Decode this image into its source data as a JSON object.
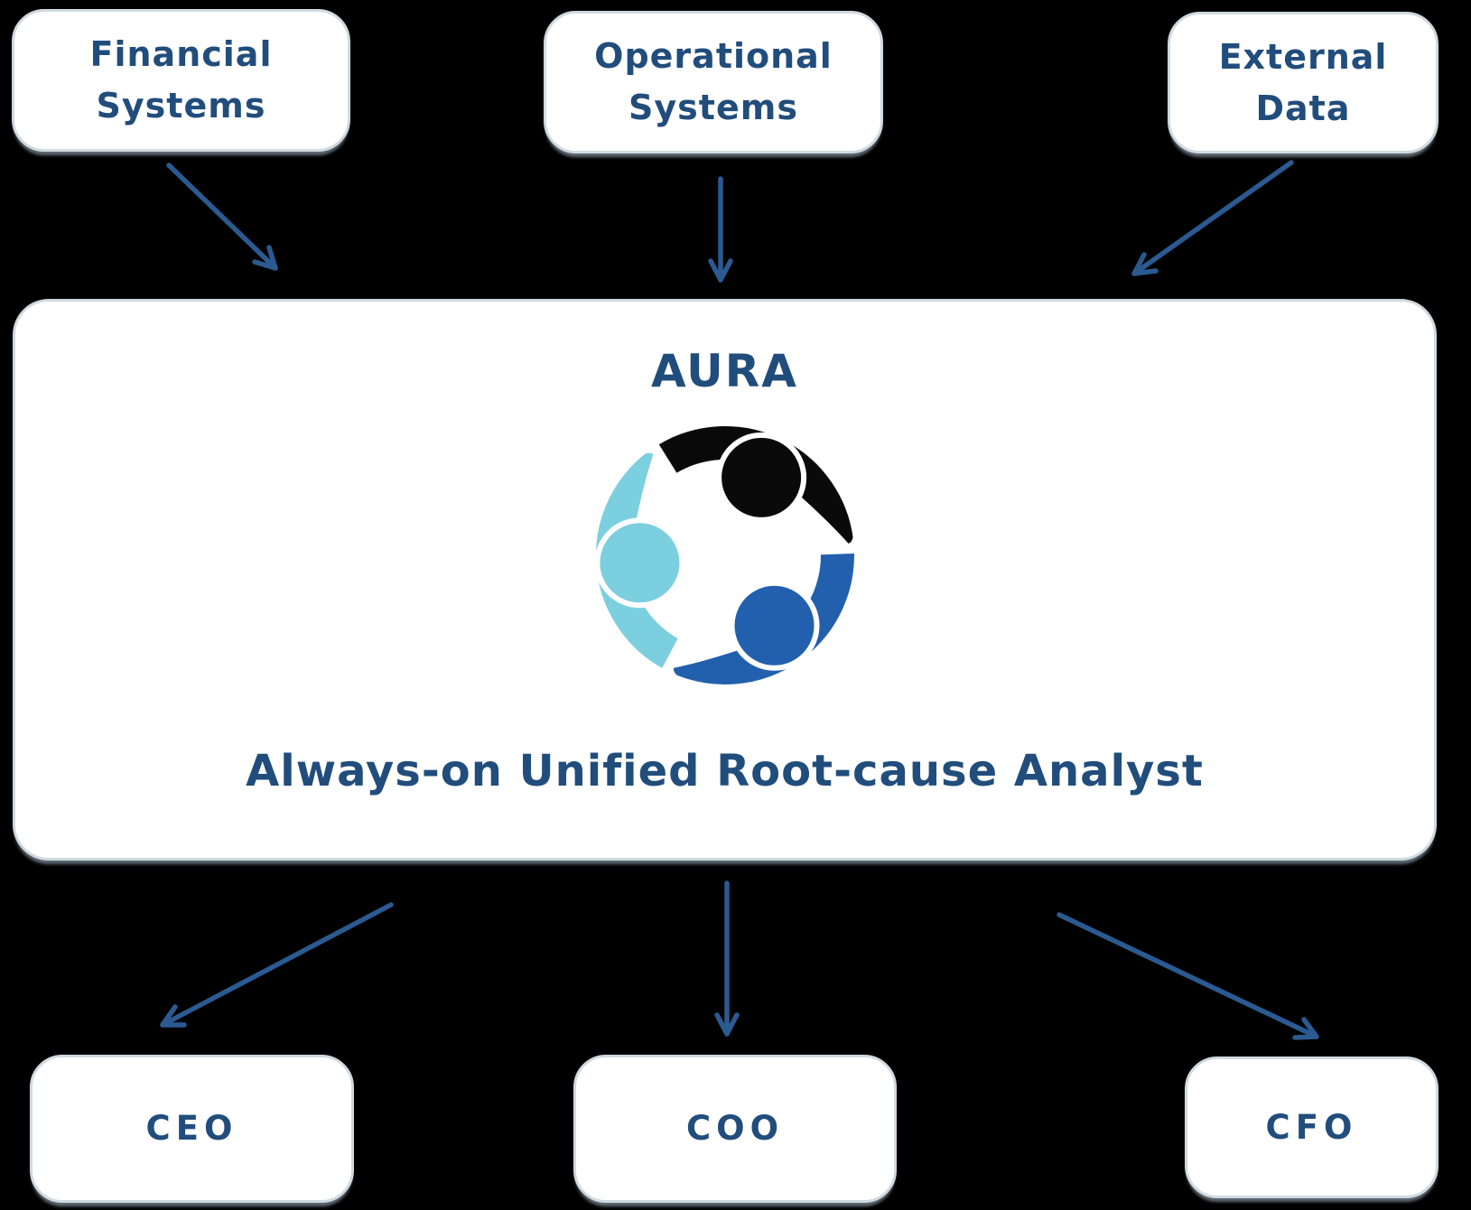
{
  "colors": {
    "background": "#000000",
    "box_fill": "#ffffff",
    "box_border": "#cfd9e0",
    "text": "#214d7c",
    "arrow": "#2b5a91",
    "logo_black": "#0a0a0a",
    "logo_cyan": "#7ccfdf",
    "logo_blue": "#2260ae"
  },
  "sources": [
    {
      "id": "financial",
      "label": "Financial\nSystems"
    },
    {
      "id": "operational",
      "label": "Operational\nSystems"
    },
    {
      "id": "external",
      "label": "External\nData"
    }
  ],
  "aura": {
    "title": "AURA",
    "tagline": "Always-on Unified Root-cause Analyst",
    "logo": "three-people-circle-icon"
  },
  "outputs": [
    {
      "id": "ceo",
      "label": "CEO"
    },
    {
      "id": "coo",
      "label": "COO"
    },
    {
      "id": "cfo",
      "label": "CFO"
    }
  ],
  "edges": [
    {
      "from": "financial",
      "to": "aura"
    },
    {
      "from": "operational",
      "to": "aura"
    },
    {
      "from": "external",
      "to": "aura"
    },
    {
      "from": "aura",
      "to": "ceo"
    },
    {
      "from": "aura",
      "to": "coo"
    },
    {
      "from": "aura",
      "to": "cfo"
    }
  ]
}
